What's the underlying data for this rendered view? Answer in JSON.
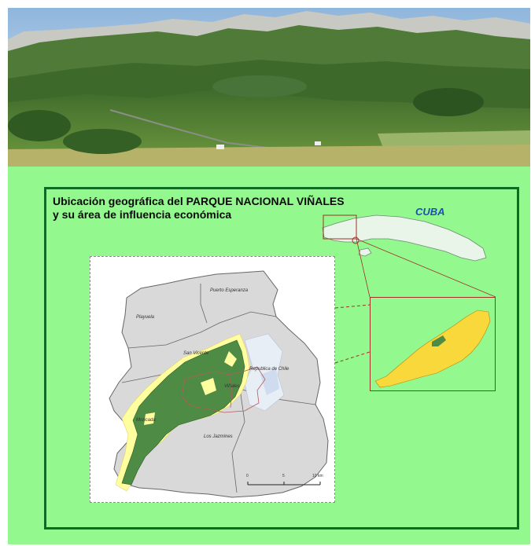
{
  "title": {
    "line1": "Ubicación geográfica del PARQUE NACIONAL VIÑALES",
    "line2": "y su área de influencia económica"
  },
  "country_label": "CUBA",
  "places": {
    "puerto_esperanza": "Puerto Esperanza",
    "playuela": "Playuela",
    "san_vicente": "San Vicente",
    "republica_de_chile": "Republica de Chile",
    "vinales": "Viñales",
    "moncada": "Moncada",
    "los_jazmines": "Los Jazmines"
  },
  "scale_bar": {
    "ticks": [
      "0",
      "5",
      "10 km"
    ]
  },
  "colors": {
    "panel_bg": "#93f98e",
    "frame": "#0f6a22",
    "park_green": "#4e8c45",
    "buffer_yellow": "#ffff9f",
    "province_yellow": "#f8d83a",
    "cuba_fill": "#e8f5e8",
    "connector": "#a0302a",
    "country_label": "#1f4fb5"
  }
}
